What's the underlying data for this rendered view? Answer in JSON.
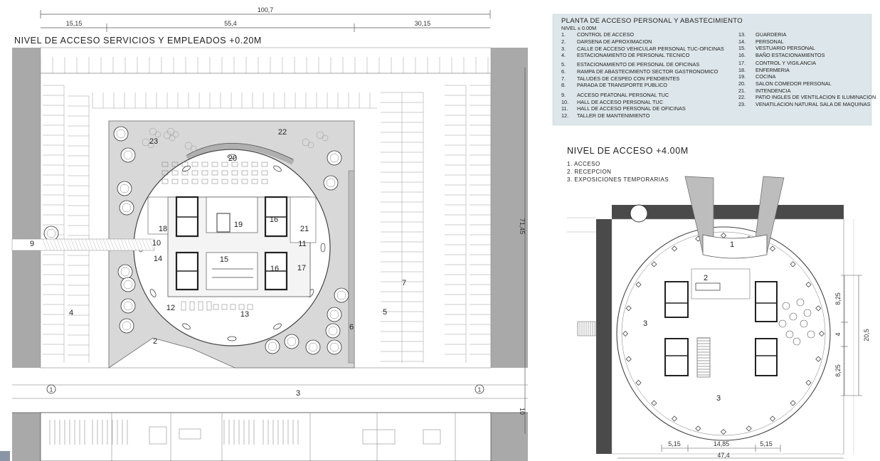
{
  "left_plan": {
    "title": "NIVEL DE ACCESO SERVICIOS Y EMPLEADOS +0.20M",
    "dims": {
      "total_width": "100,7",
      "seg1": "15,15",
      "seg2": "55,4",
      "seg3": "30,15",
      "height": "71,45",
      "bottom": "10"
    },
    "numbers": [
      "20",
      "22",
      "23",
      "18",
      "19",
      "16",
      "21",
      "10",
      "11",
      "9",
      "14",
      "15",
      "16",
      "17",
      "12",
      "13",
      "2",
      "4",
      "5",
      "6",
      "7",
      "3"
    ],
    "axis_marks": [
      "1",
      "1"
    ]
  },
  "legend": {
    "title": "PLANTA DE ACCESO PERSONAL Y ABASTECIMIENTO",
    "level": "NIVEL ± 0.00M",
    "col1": [
      {
        "n": "1.",
        "t": "CONTROL DE ACCESO"
      },
      {
        "n": "2.",
        "t": "DARSENA DE APROXIMACION"
      },
      {
        "n": "3.",
        "t": "CALLE DE ACCESO VEHICULAR PERSONAL TUC-OFICINAS"
      },
      {
        "n": "4.",
        "t": "ESTACIONAMIENTO DE PERSONAL TECNICO"
      },
      {
        "n": "5.",
        "t": "ESTACIONAMIENTO DE PERSONAL DE OFICINAS"
      },
      {
        "n": "6.",
        "t": "RAMPA DE ABASTECIMIENTO SECTOR GASTRONOMICO"
      },
      {
        "n": "7.",
        "t": "TALUDES DE CESPED CON PENDIENTES"
      },
      {
        "n": "8.",
        "t": "PARADA DE TRANSPORTE PUBLICO"
      },
      {
        "n": "9.",
        "t": "ACCESO PEATONAL PERSONAL TUC"
      },
      {
        "n": "10.",
        "t": "HALL DE ACCESO PERSONAL TUC"
      },
      {
        "n": "11.",
        "t": "HALL DE ACCESO PERSONAL DE OFICINAS"
      },
      {
        "n": "12.",
        "t": "TALLER DE MANTENIMIENTO"
      }
    ],
    "col2": [
      {
        "n": "13.",
        "t": "GUARDERIA"
      },
      {
        "n": "14.",
        "t": "PERSONAL"
      },
      {
        "n": "15.",
        "t": "VESTUARIO PERSONAL"
      },
      {
        "n": "16.",
        "t": "BAÑO ESTACIONAMIENTOS"
      },
      {
        "n": "17.",
        "t": "CONTROL Y VIGILANCIA"
      },
      {
        "n": "18.",
        "t": "ENFERMERIA"
      },
      {
        "n": "19.",
        "t": "COCINA"
      },
      {
        "n": "20.",
        "t": "SALON COMEDOR PERSONAL"
      },
      {
        "n": "21.",
        "t": "INTENDENCIA"
      },
      {
        "n": "22.",
        "t": "PATIO INGLES DE VENTILACION E ILUMINACION"
      },
      {
        "n": "23.",
        "t": "VENATILACION NATURAL SALA DE MAQUINAS"
      }
    ],
    "bg_color": "#dde6ea"
  },
  "right_plan": {
    "title": "NIVEL DE ACCESO +4.00M",
    "items": [
      "1.  ACCESO",
      "2.  RECEPCION",
      "3.  EXPOSICIONES TEMPORARIAS"
    ],
    "numbers": [
      "1",
      "2",
      "3",
      "3"
    ],
    "dims": {
      "d1": "8,25",
      "d2": "4",
      "d3": "8,25",
      "d4": "20,5",
      "b1": "5,15",
      "b2": "14,85",
      "b3": "5,15",
      "total": "47,4"
    }
  }
}
